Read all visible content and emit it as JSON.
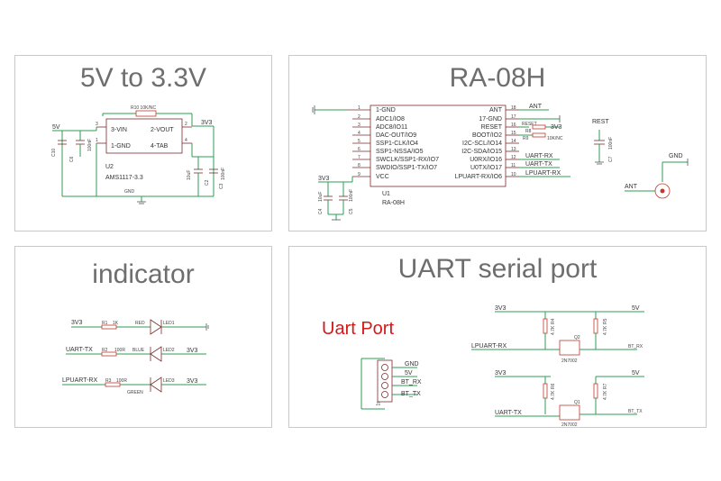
{
  "panels": {
    "reg": {
      "title": "5V to 3.3V"
    },
    "ra": {
      "title": "RA-08H"
    },
    "ind": {
      "title": "indicator"
    },
    "uart": {
      "title": "UART serial port"
    }
  },
  "regulator": {
    "res_label": "R10 10K/NC",
    "in_net": "5V",
    "out_net": "3V3",
    "pin3": "3",
    "pin2": "2",
    "pin1": "1",
    "pin4": "4",
    "vin": "3-VIN",
    "vout": "2-VOUT",
    "gnd_pin": "1-GND",
    "tab": "4-TAB",
    "ref": "U2",
    "part": "AMS1117-3.3",
    "gnd": "GND",
    "c6": "C6",
    "c6v": "100nF",
    "c2": "C2",
    "c2v": "10uF",
    "c3": "C3",
    "c3v": "100nF",
    "c10": "C10"
  },
  "ra08h": {
    "left_pins": [
      "1-GND",
      "ADC1/IO8",
      "ADC8/IO11",
      "DAC-OUT/IO9",
      "SSP1-CLK/IO4",
      "SSP1-NSSA/IO5",
      "SWCLK/SSP1-RX/IO7",
      "SWDIO/SSP1-TX/IO7",
      "VCC"
    ],
    "left_nums": [
      "1",
      "2",
      "3",
      "4",
      "5",
      "6",
      "7",
      "8",
      "9"
    ],
    "right_pins": [
      "ANT",
      "17-GND",
      "RESET",
      "BOOT/IO2",
      "I2C-SCL/IO14",
      "I2C-SDA/IO15",
      "U0RX/IO16",
      "U0TX/IO17",
      "LPUART-RX/IO6"
    ],
    "right_nums": [
      "18",
      "17",
      "16",
      "15",
      "14",
      "13",
      "12",
      "11",
      "10"
    ],
    "nets": [
      "ANT",
      "",
      "RESET",
      "R8",
      "",
      "",
      "UART-RX",
      "UART-TX",
      "LPUART-RX"
    ],
    "ref": "U1",
    "part": "RA-08H",
    "vcc_net": "3V3",
    "r9": "R9",
    "r9v": "10K/NC",
    "r3v3": "3V3",
    "rest": "REST",
    "c7": "C7",
    "c7v": "100nF",
    "gnd": "GND",
    "ant": "ANT",
    "c4": "C4",
    "c4v": "10uF",
    "c5": "C5",
    "c5v": "100nF"
  },
  "indicator": {
    "rows": [
      {
        "net": "3V3",
        "res": "R1",
        "resv": "1K",
        "color": "RED",
        "led": "LED1",
        "right": ""
      },
      {
        "net": "UART-TX",
        "res": "R2",
        "resv": "100R",
        "color": "BLUE",
        "led": "LED2",
        "right": "3V3"
      },
      {
        "net": "LPUART-RX",
        "res": "R3",
        "resv": "100R",
        "color": "GREEN",
        "led": "LED3",
        "right": "3V3"
      }
    ]
  },
  "uart": {
    "heading": "Uart Port",
    "conn": [
      "GND",
      "5V",
      "BT_RX",
      "BT_TX"
    ],
    "conn_ref": "J1",
    "top": {
      "left": "3V3",
      "right": "5V",
      "sig": "LPUART-RX",
      "out": "BT_RX",
      "r1": "R4",
      "r1v": "4.7K",
      "r2": "R5",
      "r2v": "4.7K",
      "q": "Q2",
      "qp": "2N7002"
    },
    "bot": {
      "left": "3V3",
      "right": "5V",
      "sig": "UART-TX",
      "out": "BT_TX",
      "r1": "R6",
      "r1v": "4.7K",
      "r2": "R7",
      "r2v": "4.7K",
      "q": "Q1",
      "qp": "2N7002"
    }
  }
}
